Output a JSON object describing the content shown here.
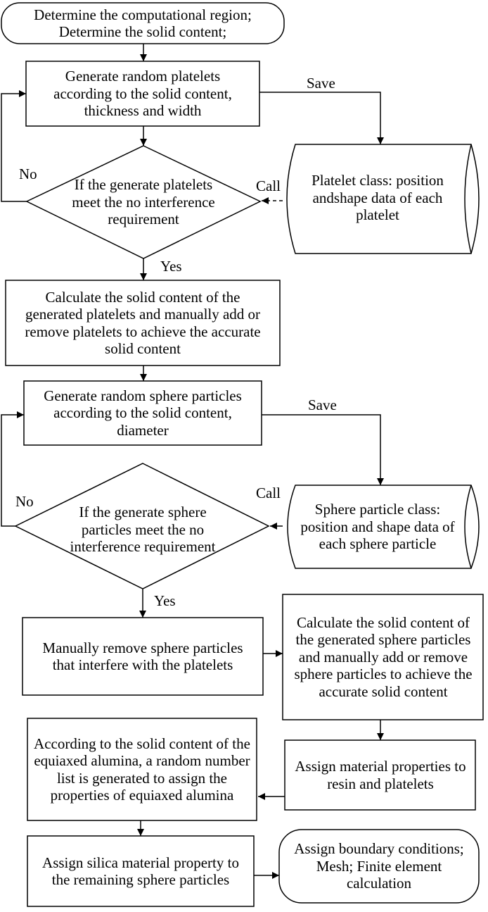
{
  "nodes": {
    "start": "Determine the computational region; Determine the solid content;",
    "gen_platelets": "Generate random platelets according to the solid content, thickness and width",
    "check_platelets": "If the generate platelets meet the no interference requirement",
    "platelet_class": "Platelet class: position andshape data of each platelet",
    "calc_platelets": "Calculate the solid content of the generated platelets and manually add or remove platelets to achieve the accurate solid content",
    "gen_spheres": "Generate random sphere particles according to the solid content, diameter",
    "check_spheres": "If the generate sphere particles meet the no interference requirement",
    "sphere_class": "Sphere particle class: position and shape data of each sphere particle",
    "remove_spheres": "Manually remove sphere particles that interfere with the platelets",
    "calc_spheres": "Calculate the solid content of the generated sphere particles and manually add or remove sphere particles to achieve the accurate solid content",
    "assign_resin": "Assign material properties to resin and platelets",
    "alumina": "According to the solid content of the equiaxed alumina, a random number list is generated to assign the properties of equiaxed alumina",
    "silica": "Assign silica material property to the remaining sphere particles",
    "final": "Assign boundary conditions; Mesh; Finite element calculation"
  },
  "edge_labels": {
    "save_1": "Save",
    "call_1": "Call",
    "no_1": "No",
    "yes_1": "Yes",
    "save_2": "Save",
    "call_2": "Call",
    "no_2": "No",
    "yes_2": "Yes"
  }
}
